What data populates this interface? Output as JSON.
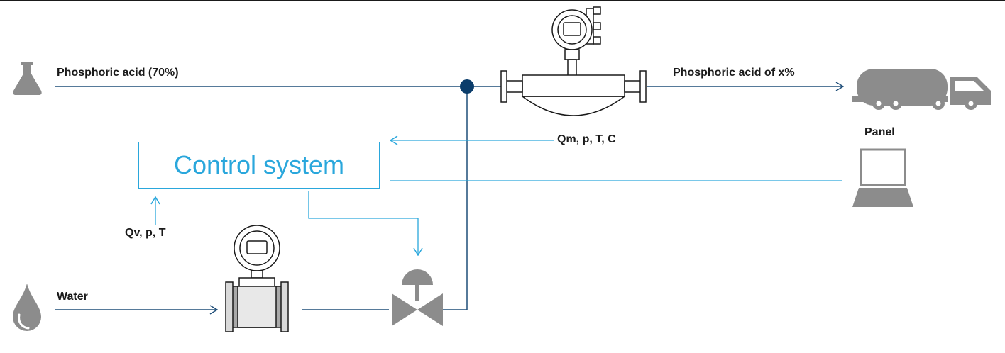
{
  "labels": {
    "acid_in": "Phosphoric acid (70%)",
    "acid_out": "Phosphoric acid of x%",
    "panel": "Panel",
    "water": "Water",
    "control_system": "Control system",
    "coriolis_signals": "Qm, p, T, C",
    "magflow_signals": "Qv, p, T"
  },
  "colors": {
    "process_line": "#1f4e79",
    "signal_line": "#2aa7dc",
    "icon_gray": "#8c8c8c",
    "junction": "#0b3d6b"
  },
  "icons": [
    "flask-icon",
    "water-drop-icon",
    "tanker-truck-icon",
    "laptop-icon",
    "control-valve-icon",
    "electromagnetic-flowmeter-icon",
    "coriolis-flowmeter-icon"
  ]
}
